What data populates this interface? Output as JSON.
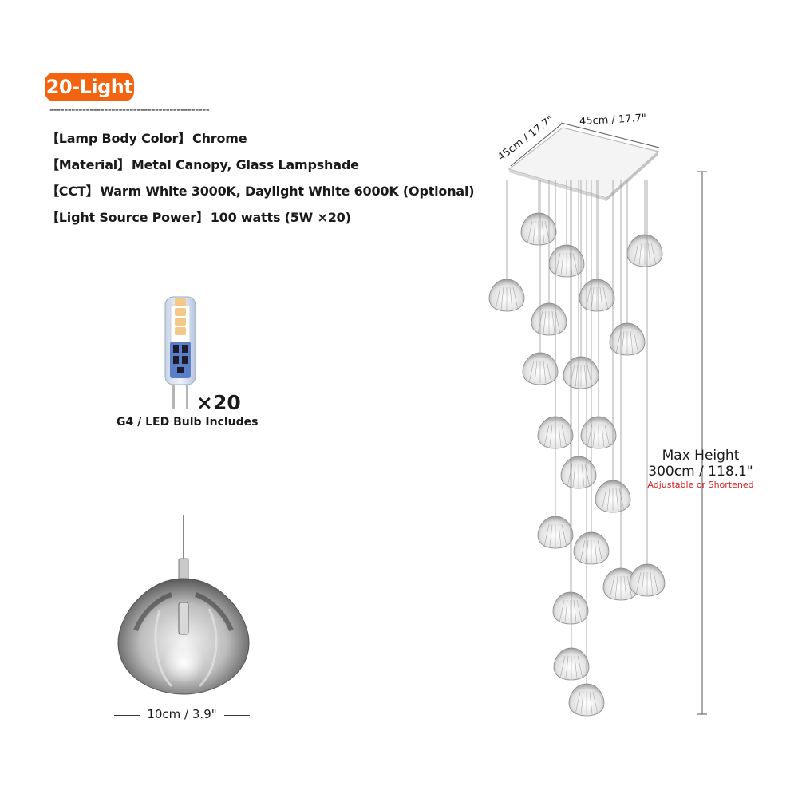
{
  "badge": "20-Light",
  "divider": "--------------------------------------------",
  "specs": [
    {
      "key": "【Lamp Body Color】",
      "value": "Chrome"
    },
    {
      "key": "【Material】",
      "value": "Metal Canopy, Glass Lampshade"
    },
    {
      "key": "【CCT】",
      "value": "Warm White 3000K, Daylight White 6000K (Optional)"
    },
    {
      "key": "【Light Source Power】",
      "value": "100 watts (5W ×20)"
    }
  ],
  "bulb": {
    "quantity": "×20",
    "caption": "G4 / LED Bulb Includes"
  },
  "pendant": {
    "width_label": "10cm / 3.9\""
  },
  "chandelier": {
    "top_dim": "45cm / 17.7\"",
    "side_dim": "45cm / 17.7\"",
    "max_height_title": "Max Height",
    "max_height_value": "300cm / 118.1\"",
    "max_height_note": "Adjustable or Shortened"
  },
  "colors": {
    "accent": "#f2640f",
    "note": "#d61a1a"
  }
}
